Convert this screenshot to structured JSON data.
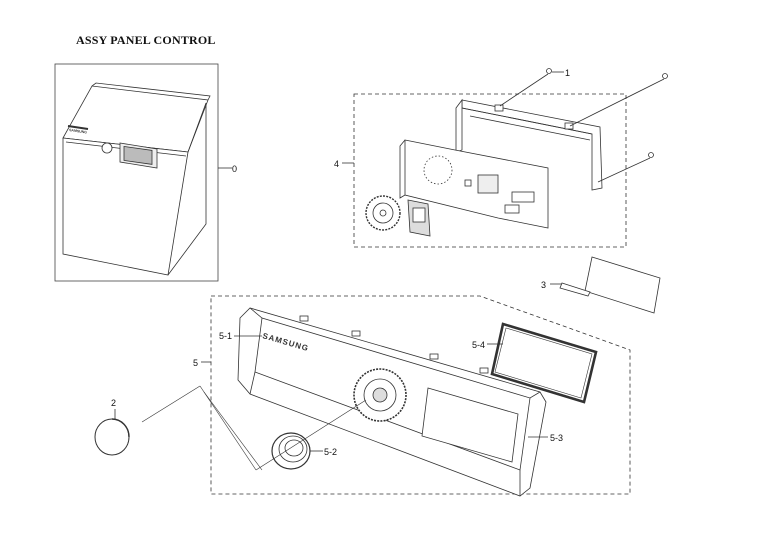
{
  "title": "ASSY PANEL CONTROL",
  "brand": "SAMSUNG",
  "callouts": {
    "c0": "0",
    "c1": "1",
    "c2": "2",
    "c3": "3",
    "c4": "4",
    "c5": "5",
    "c5_1": "5-1",
    "c5_2": "5-2",
    "c5_3": "5-3",
    "c5_4": "5-4"
  },
  "colors": {
    "line": "#333333",
    "fill": "#ffffff",
    "shade": "#cccccc"
  }
}
